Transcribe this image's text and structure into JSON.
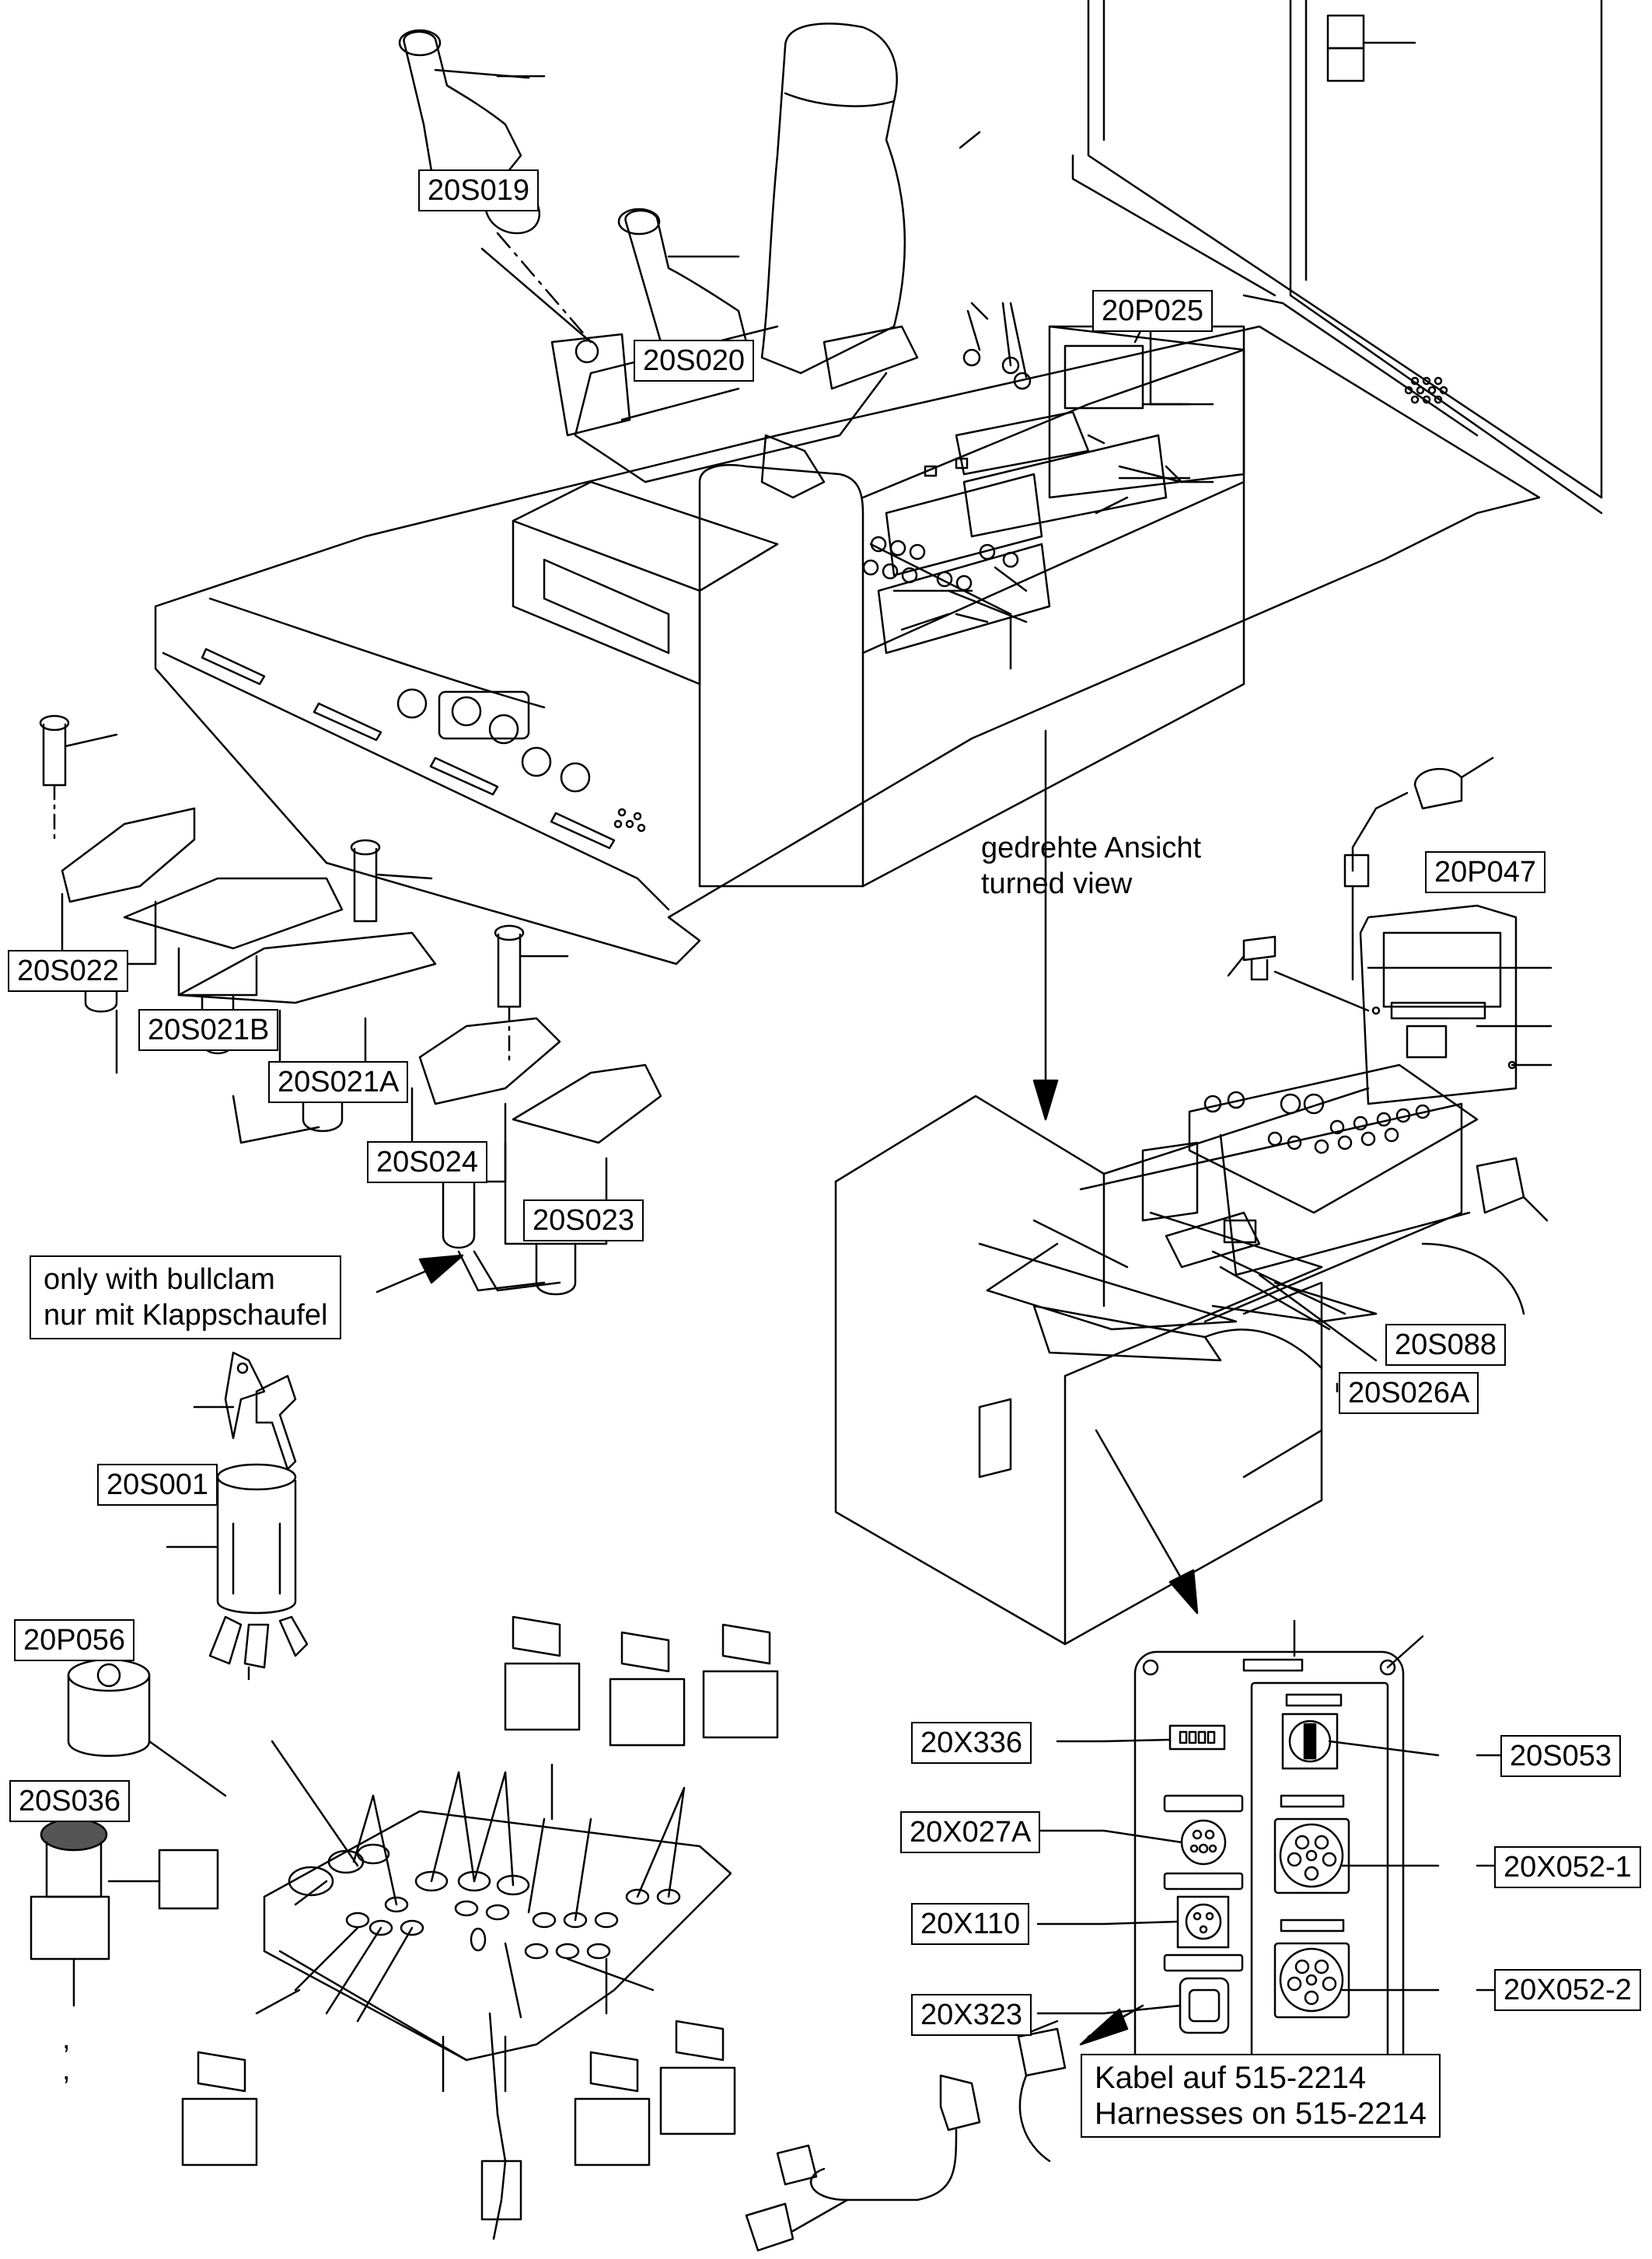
{
  "labels": {
    "s019": "20S019",
    "s020": "20S020",
    "p025": "20P025",
    "p047": "20P047",
    "s022": "20S022",
    "s021b": "20S021B",
    "s021a": "20S021A",
    "s024": "20S024",
    "s023": "20S023",
    "s001": "20S001",
    "p056": "20P056",
    "s036": "20S036",
    "s088": "20S088",
    "s026a": "20S026A",
    "x336": "20X336",
    "x027a": "20X027A",
    "x110": "20X110",
    "x323": "20X323",
    "s053": "20S053",
    "x052_1": "20X052-1",
    "x052_2": "20X052-2"
  },
  "notes": {
    "bullclam_en": "only with bullclam",
    "bullclam_de": "nur mit Klappschaufel",
    "view_de": "gedrehte Ansicht",
    "view_en": "turned view",
    "harness_de": "Kabel  auf 515-2214",
    "harness_en": "Harnesses on 515-2214",
    "comma_1": ",",
    "comma_2": ","
  }
}
